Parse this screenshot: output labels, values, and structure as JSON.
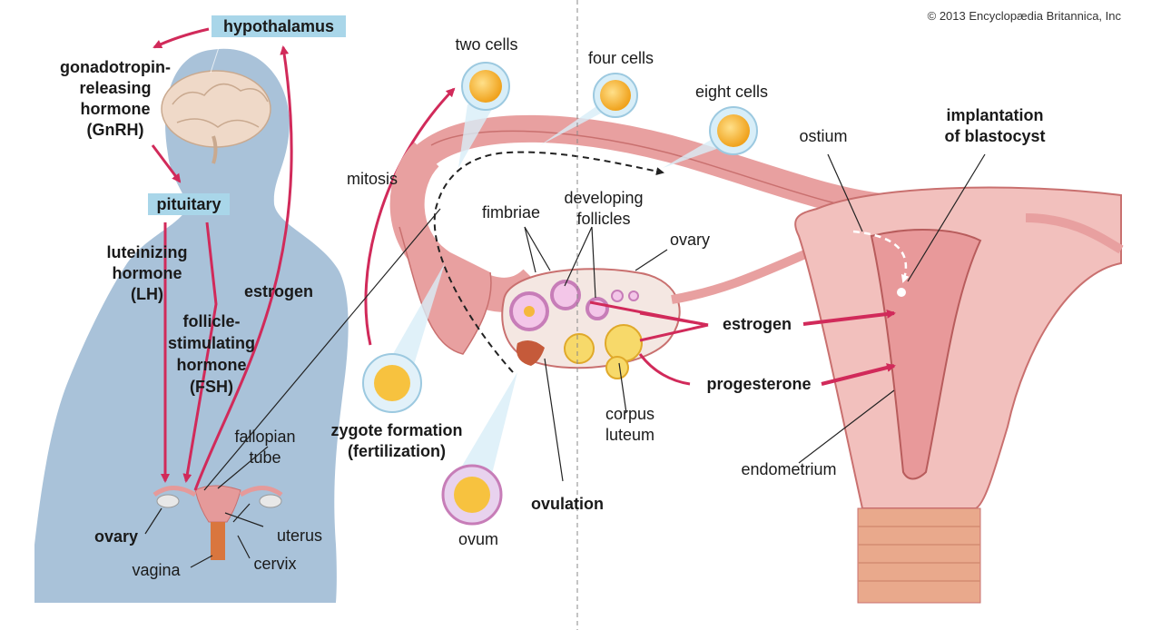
{
  "copyright": "© 2013 Encyclopædia Britannica, Inc",
  "labels": {
    "hypothalamus": "hypothalamus",
    "gnrh_1": "gonadotropin-",
    "gnrh_2": "releasing",
    "gnrh_3": "hormone",
    "gnrh_4": "(GnRH)",
    "pituitary": "pituitary",
    "lh_1": "luteinizing",
    "lh_2": "hormone",
    "lh_3": "(LH)",
    "fsh_1": "follicle-",
    "fsh_2": "stimulating",
    "fsh_3": "hormone",
    "fsh_4": "(FSH)",
    "estrogen_left": "estrogen",
    "fallopian_1": "fallopian",
    "fallopian_2": "tube",
    "ovary_left": "ovary",
    "uterus": "uterus",
    "cervix": "cervix",
    "vagina": "vagina",
    "two_cells": "two cells",
    "four_cells": "four cells",
    "eight_cells": "eight cells",
    "mitosis": "mitosis",
    "fimbriae": "fimbriae",
    "developing_1": "developing",
    "developing_2": "follicles",
    "ovary_right": "ovary",
    "zygote_1": "zygote formation",
    "zygote_2": "(fertilization)",
    "ovum": "ovum",
    "ovulation": "ovulation",
    "corpus_1": "corpus",
    "corpus_2": "luteum",
    "estrogen_right": "estrogen",
    "progesterone": "progesterone",
    "ostium": "ostium",
    "implant_1": "implantation",
    "implant_2": "of blastocyst",
    "endometrium": "endometrium"
  },
  "colors": {
    "silhouette": "#a9c2d9",
    "highlight_box": "#a9d6e9",
    "hormone_arrow": "#d12a5a",
    "tissue": "#e8a0a0",
    "tissue_dark": "#c9706f",
    "follicle": "#c77db8",
    "cell": "#f5b83d"
  }
}
